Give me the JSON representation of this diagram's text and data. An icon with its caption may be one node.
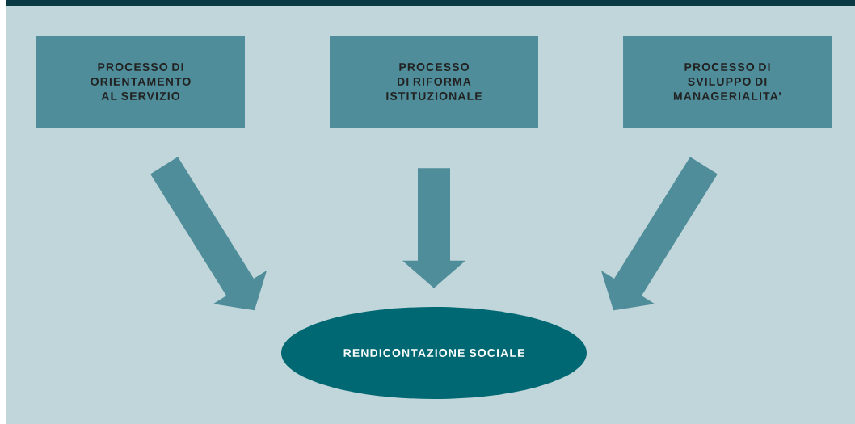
{
  "diagram": {
    "nodes": [
      {
        "text": [
          "PROCESSO DI ORIENTAMENTO AL SERVIZIO"
        ]
      },
      {
        "text": [
          "PROCESSO DI RIFORMA ISTITUZIONALE"
        ]
      },
      {
        "text": [
          "PROCESSO DI SVILUPPO DI MANAGERIALITA’"
        ]
      },
      {
        "text": [
          "RENDICONTAZIONE SOCIALE"
        ]
      }
    ],
    "edges": [
      {
        "from": 0,
        "to": 3,
        "arrow": "to"
      },
      {
        "from": 1,
        "to": 3,
        "arrow": "to"
      },
      {
        "from": 2,
        "to": 3,
        "arrow": "to"
      }
    ]
  }
}
